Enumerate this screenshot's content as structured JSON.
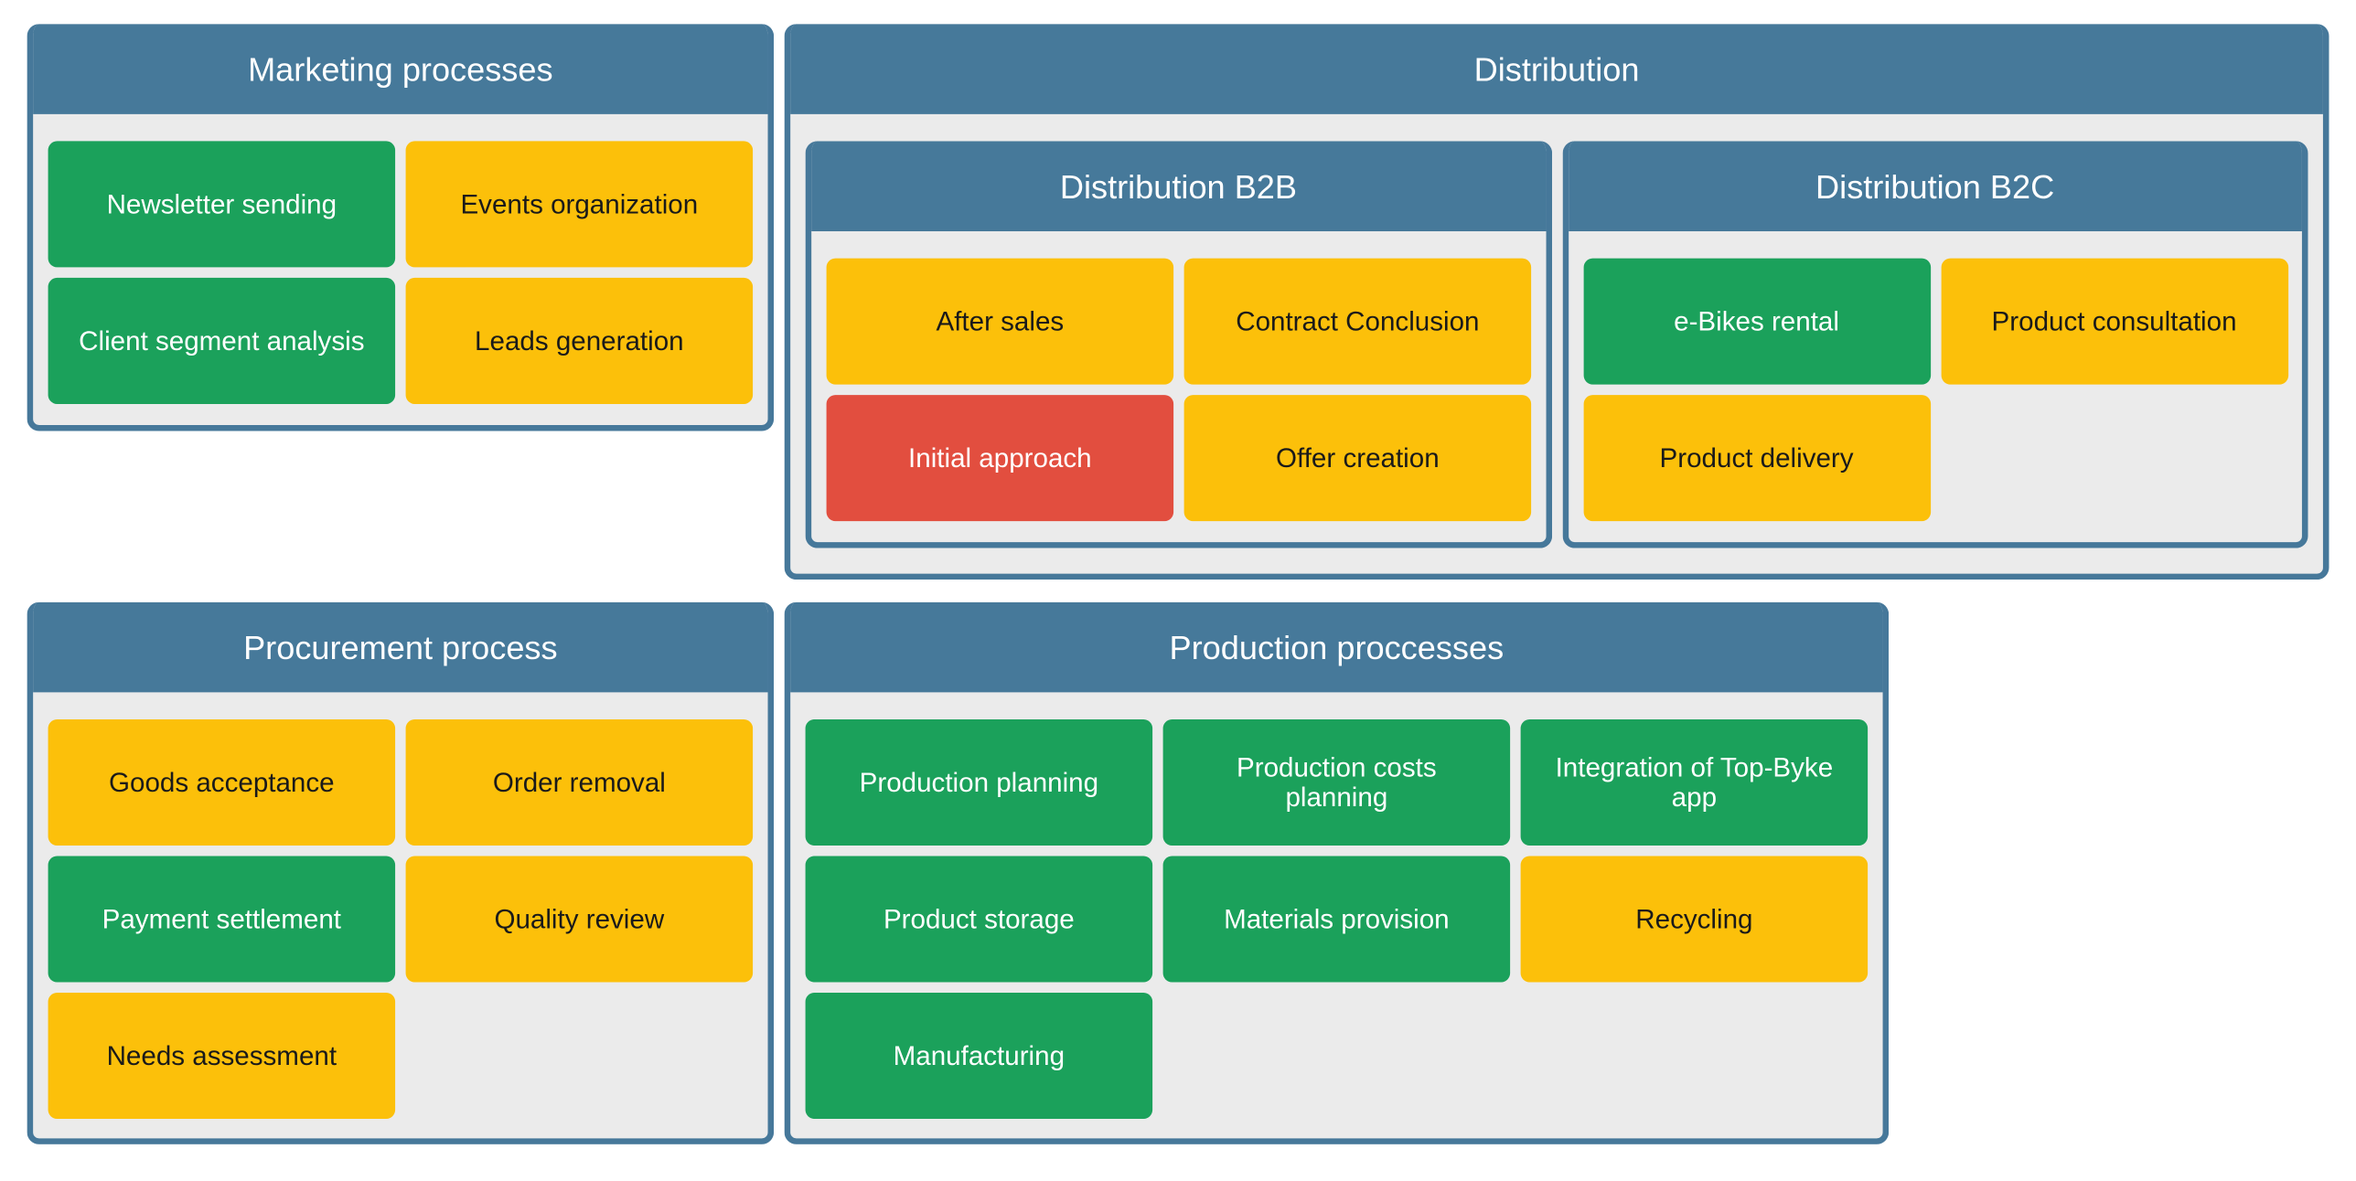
{
  "colors": {
    "header": "#46799a",
    "border": "#46789a",
    "panel_bg": "#ebebeb",
    "green": "#1ba15b",
    "yellow": "#fcc00a",
    "red": "#e24e3f"
  },
  "panels": {
    "marketing": {
      "title": "Marketing processes",
      "cards": [
        {
          "label": "Newsletter sending",
          "status": "green"
        },
        {
          "label": "Events organization",
          "status": "yellow"
        },
        {
          "label": "Client segment analysis",
          "status": "green"
        },
        {
          "label": "Leads generation",
          "status": "yellow"
        }
      ]
    },
    "distribution": {
      "title": "Distribution",
      "subpanels": {
        "b2b": {
          "title": "Distribution B2B",
          "cards": [
            {
              "label": "After sales",
              "status": "yellow"
            },
            {
              "label": "Contract Conclusion",
              "status": "yellow"
            },
            {
              "label": "Initial approach",
              "status": "red"
            },
            {
              "label": "Offer creation",
              "status": "yellow"
            }
          ]
        },
        "b2c": {
          "title": "Distribution B2C",
          "cards": [
            {
              "label": "e-Bikes rental",
              "status": "green"
            },
            {
              "label": "Product consultation",
              "status": "yellow"
            },
            {
              "label": "Product delivery",
              "status": "yellow"
            }
          ]
        }
      }
    },
    "procurement": {
      "title": "Procurement process",
      "cards": [
        {
          "label": "Goods acceptance",
          "status": "yellow"
        },
        {
          "label": "Order removal",
          "status": "yellow"
        },
        {
          "label": "Payment settlement",
          "status": "green"
        },
        {
          "label": "Quality review",
          "status": "yellow"
        },
        {
          "label": "Needs assessment",
          "status": "yellow"
        }
      ]
    },
    "production": {
      "title": "Production proccesses",
      "cards": [
        {
          "label": "Production planning",
          "status": "green"
        },
        {
          "label": "Production costs planning",
          "status": "green"
        },
        {
          "label": "Integration of Top-Byke app",
          "status": "green"
        },
        {
          "label": "Product storage",
          "status": "green"
        },
        {
          "label": "Materials provision",
          "status": "green"
        },
        {
          "label": "Recycling",
          "status": "yellow"
        },
        {
          "label": "Manufacturing",
          "status": "green"
        }
      ]
    }
  }
}
